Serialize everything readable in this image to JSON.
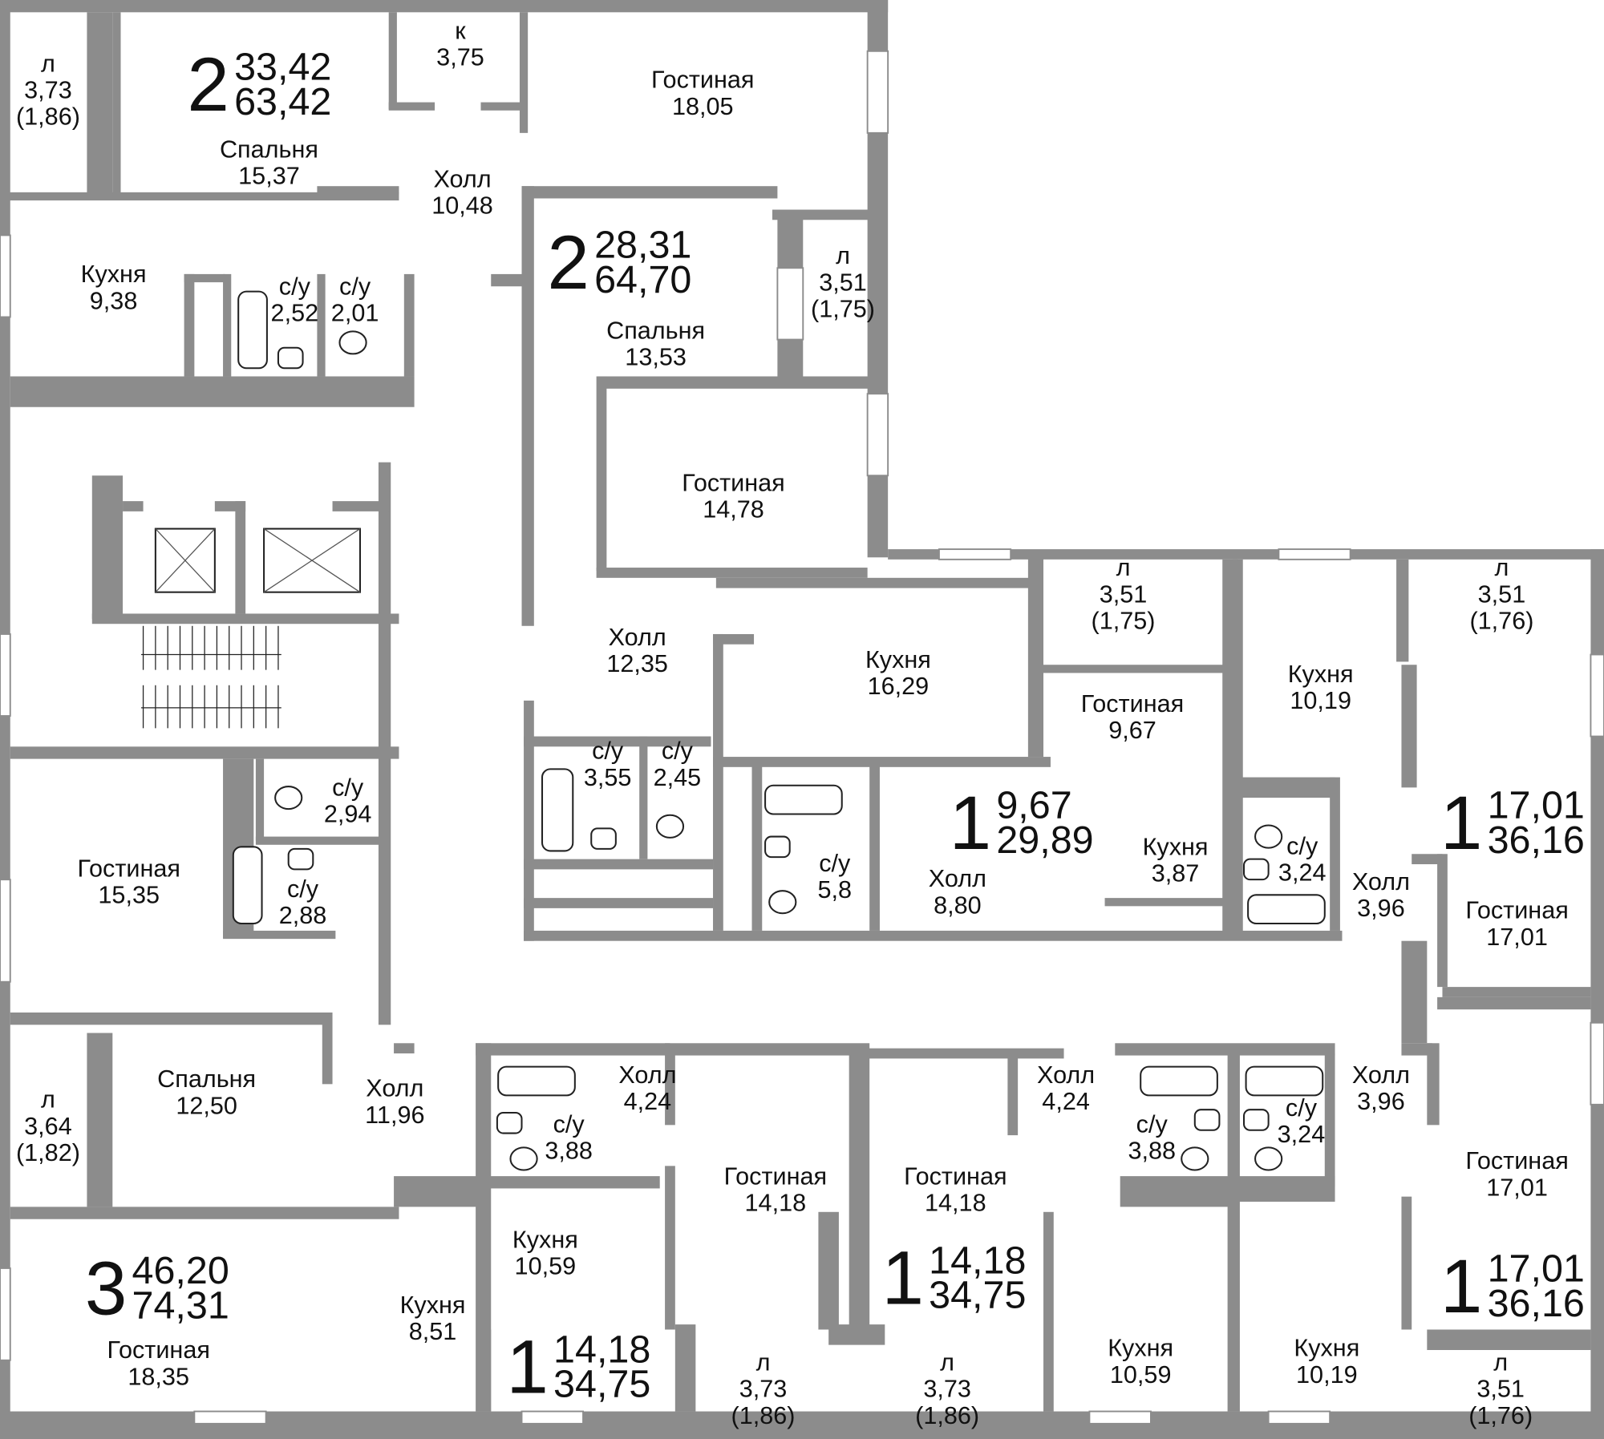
{
  "apartments": [
    {
      "rooms": "2",
      "living": "33,42",
      "total": "63,42",
      "spaces": [
        {
          "name": "л",
          "area": "3,73",
          "extra": "(1,86)"
        },
        {
          "name": "к",
          "area": "3,75"
        },
        {
          "name": "Гостиная",
          "area": "18,05"
        },
        {
          "name": "Спальня",
          "area": "15,37"
        },
        {
          "name": "Холл",
          "area": "10,48"
        },
        {
          "name": "Кухня",
          "area": "9,38"
        },
        {
          "name": "с/у",
          "area": "2,52"
        },
        {
          "name": "с/у",
          "area": "2,01"
        }
      ]
    },
    {
      "rooms": "2",
      "living": "28,31",
      "total": "64,70",
      "spaces": [
        {
          "name": "л",
          "area": "3,51",
          "extra": "(1,75)"
        },
        {
          "name": "Спальня",
          "area": "13,53"
        },
        {
          "name": "Гостиная",
          "area": "14,78"
        },
        {
          "name": "Холл",
          "area": "12,35"
        },
        {
          "name": "Кухня",
          "area": "16,29"
        },
        {
          "name": "с/у",
          "area": "3,55"
        },
        {
          "name": "с/у",
          "area": "2,45"
        },
        {
          "name": "с/у",
          "area": "5,8"
        }
      ]
    },
    {
      "rooms": "1",
      "living": "9,67",
      "total": "29,89",
      "spaces": [
        {
          "name": "л",
          "area": "3,51",
          "extra": "(1,75)"
        },
        {
          "name": "Гостиная",
          "area": "9,67"
        },
        {
          "name": "Кухня",
          "area": "3,87"
        },
        {
          "name": "Холл",
          "area": "8,80"
        }
      ]
    },
    {
      "rooms": "1",
      "living": "17,01",
      "total": "36,16",
      "spaces": [
        {
          "name": "л",
          "area": "3,51",
          "extra": "(1,76)"
        },
        {
          "name": "Кухня",
          "area": "10,19"
        },
        {
          "name": "с/у",
          "area": "3,24"
        },
        {
          "name": "Холл",
          "area": "3,96"
        },
        {
          "name": "Гостиная",
          "area": "17,01"
        }
      ]
    },
    {
      "rooms": "3",
      "living": "46,20",
      "total": "74,31",
      "spaces": [
        {
          "name": "с/у",
          "area": "2,94"
        },
        {
          "name": "Гостиная",
          "area": "15,35"
        },
        {
          "name": "с/у",
          "area": "2,88"
        },
        {
          "name": "л",
          "area": "3,64",
          "extra": "(1,82)"
        },
        {
          "name": "Спальня",
          "area": "12,50"
        },
        {
          "name": "Холл",
          "area": "11,96"
        },
        {
          "name": "Кухня",
          "area": "8,51"
        },
        {
          "name": "Гостиная",
          "area": "18,35"
        }
      ]
    },
    {
      "rooms": "1",
      "living": "14,18",
      "total": "34,75",
      "spaces": [
        {
          "name": "с/у",
          "area": "3,88"
        },
        {
          "name": "Холл",
          "area": "4,24"
        },
        {
          "name": "Кухня",
          "area": "10,59"
        },
        {
          "name": "Гостиная",
          "area": "14,18"
        },
        {
          "name": "л",
          "area": "3,73",
          "extra": "(1,86)"
        }
      ]
    },
    {
      "rooms": "1",
      "living": "14,18",
      "total": "34,75",
      "spaces": [
        {
          "name": "Гостиная",
          "area": "14,18"
        },
        {
          "name": "Холл",
          "area": "4,24"
        },
        {
          "name": "л",
          "area": "3,73",
          "extra": "(1,86)"
        },
        {
          "name": "с/у",
          "area": "3,88"
        },
        {
          "name": "Кухня",
          "area": "10,59"
        }
      ]
    },
    {
      "rooms": "1",
      "living": "17,01",
      "total": "36,16",
      "spaces": [
        {
          "name": "с/у",
          "area": "3,24"
        },
        {
          "name": "Холл",
          "area": "3,96"
        },
        {
          "name": "Гостиная",
          "area": "17,01"
        },
        {
          "name": "Кухня",
          "area": "10,19"
        },
        {
          "name": "л",
          "area": "3,51",
          "extra": "(1,76)"
        }
      ]
    }
  ]
}
